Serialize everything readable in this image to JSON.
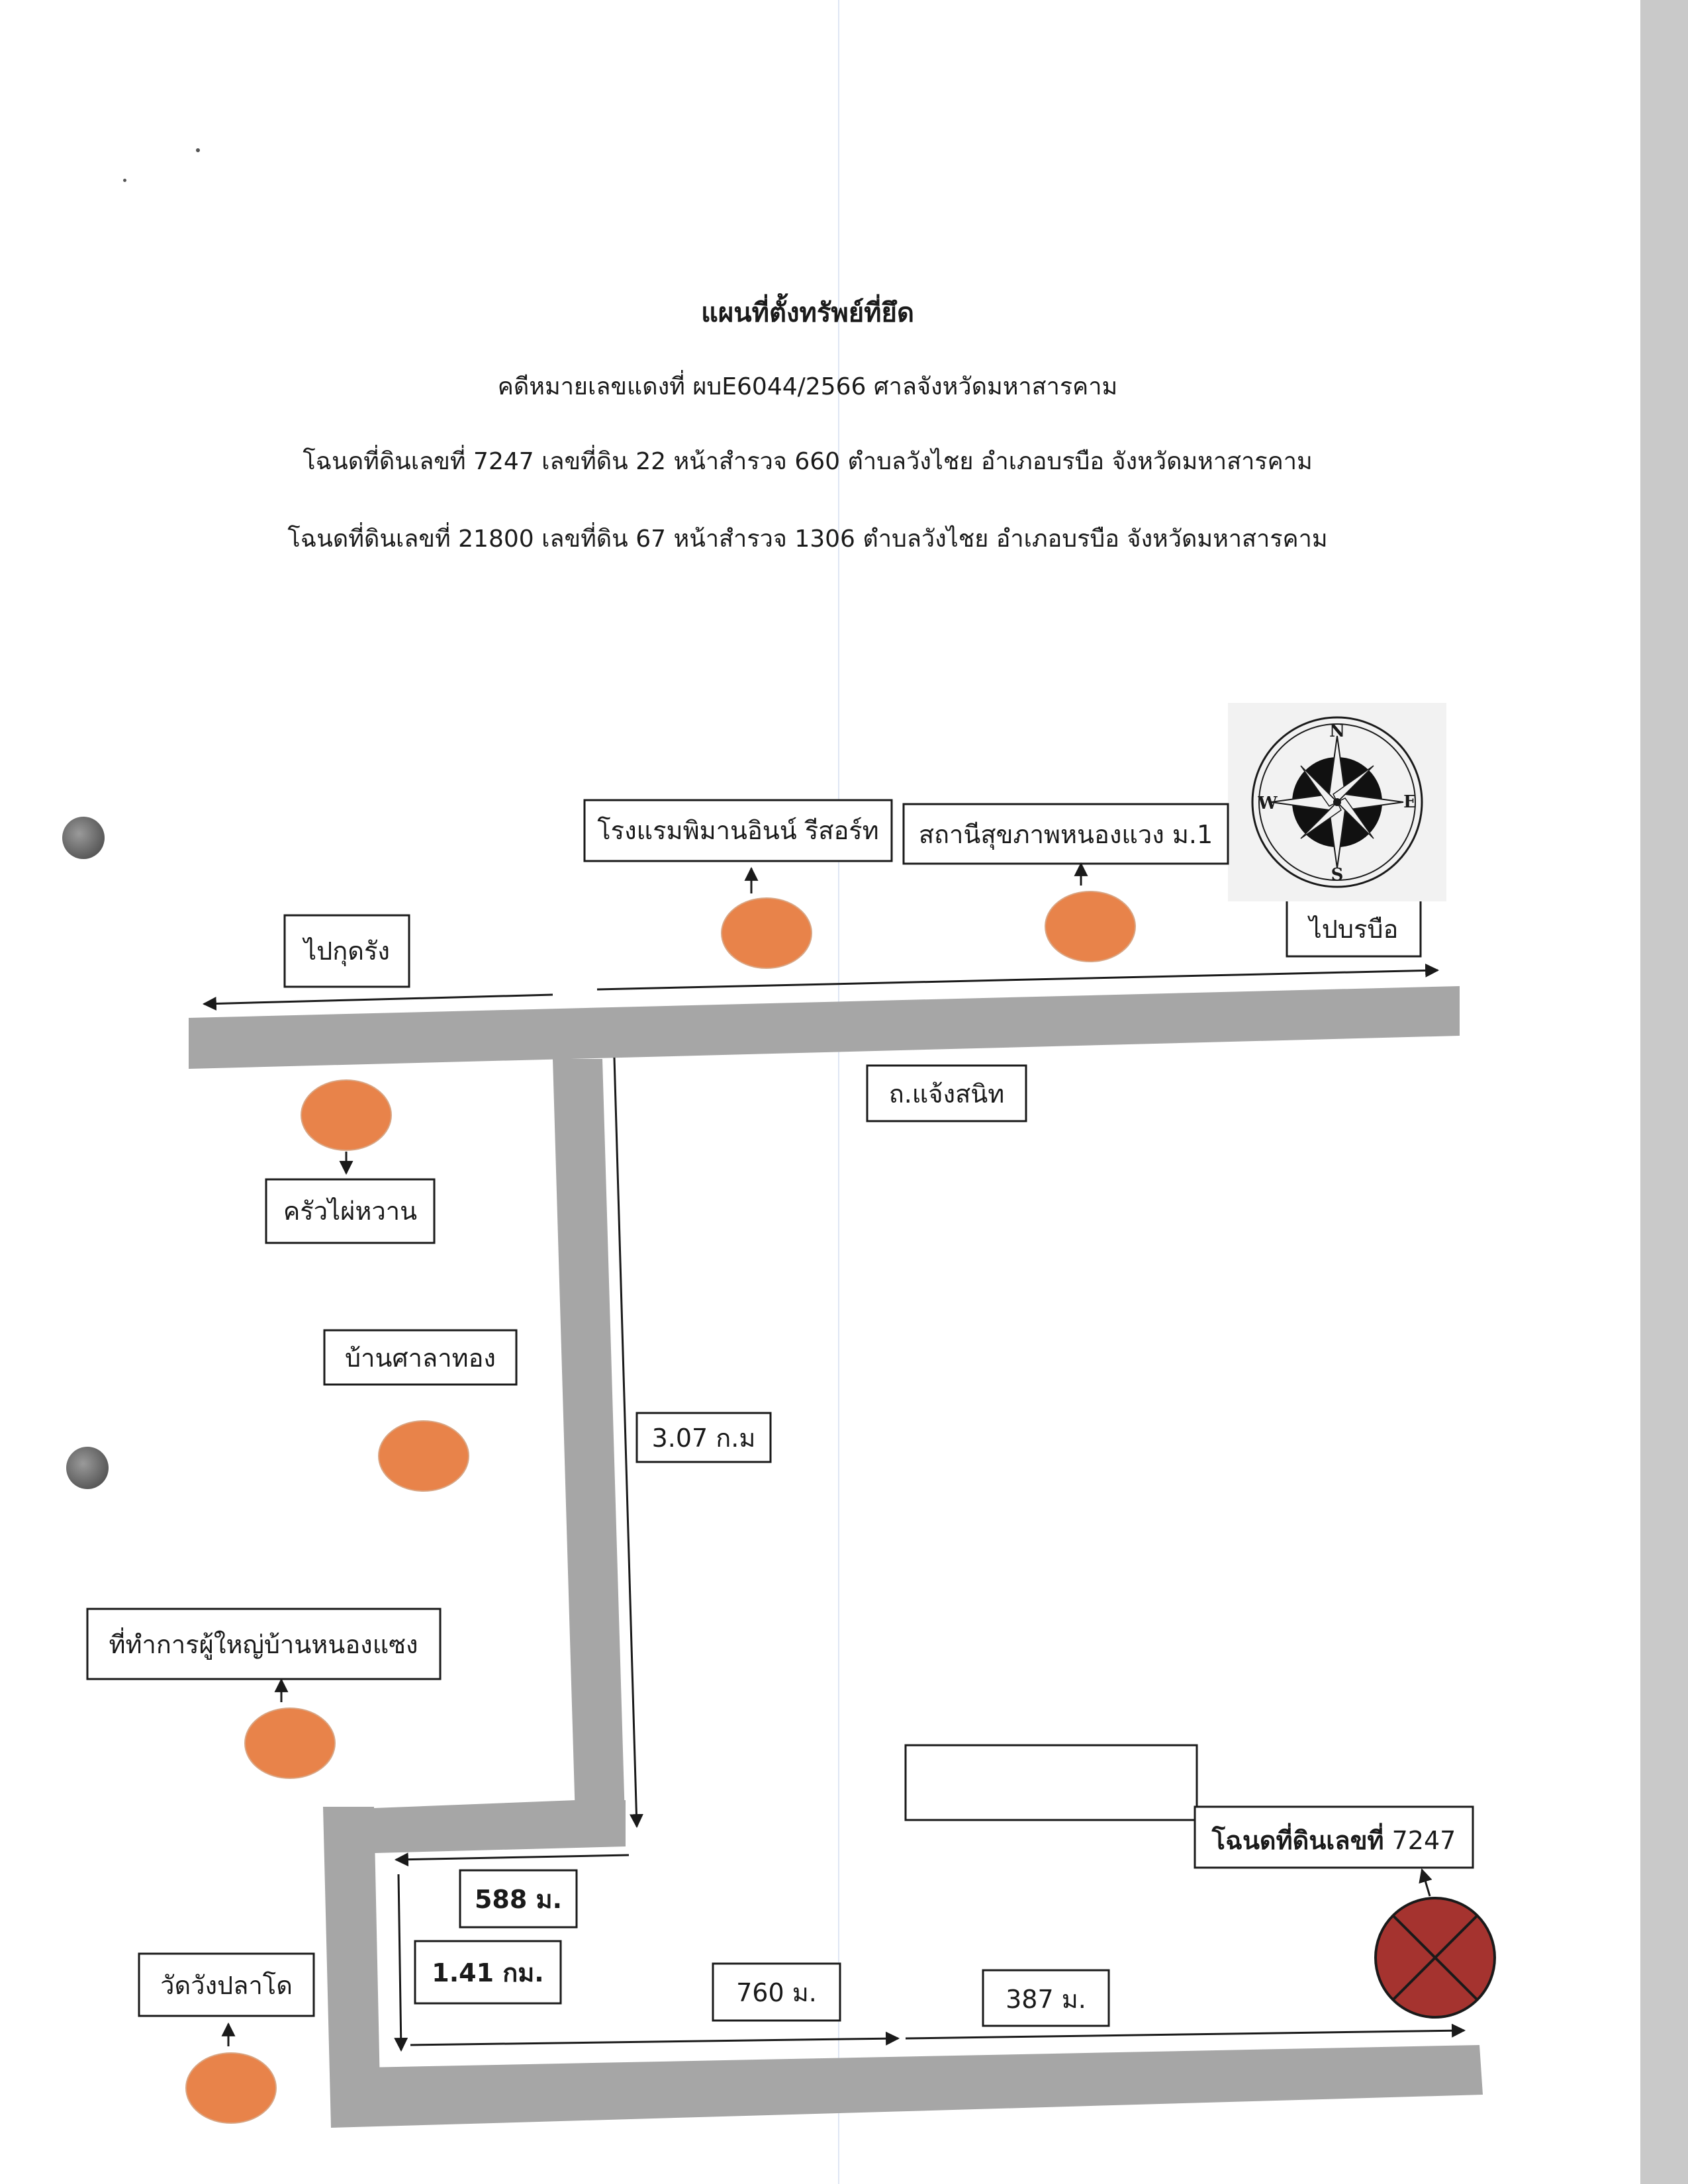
{
  "header": {
    "title": "แผนที่ตั้งทรัพย์ที่ยึด",
    "line1": "คดีหมายเลขแดงที่ ผบE6044/2566 ศาลจังหวัดมหาสารคาม",
    "line2": "โฉนดที่ดินเลขที่ 7247 เลขที่ดิน 22  หน้าสำรวจ 660 ตำบลวังไชย อำเภอบรบือ จังหวัดมหาสารคาม",
    "line3": "โฉนดที่ดินเลขที่ 21800 เลขที่ดิน 67  หน้าสำรวจ 1306 ตำบลวังไชย อำเภอบรบือ จังหวัดมหาสารคาม"
  },
  "compass": {
    "n": "N",
    "e": "E",
    "s": "S",
    "w": "W"
  },
  "directions": {
    "left": "ไปกุดรัง",
    "right": "ไปบรบือ"
  },
  "road_name": "ถ.แจ้งสนิท",
  "landmarks": {
    "hotel": "โรงแรมพิมานอินน์ รีสอร์ท",
    "health_station": "สถานีสุขภาพหนองแวง ม.1",
    "kitchen": "ครัวไผ่หวาน",
    "village": "บ้านศาลาทอง",
    "headman_office": "ที่ทำการผู้ใหญ่บ้านหนองแซง",
    "temple": "วัดวังปลาโด"
  },
  "distances": {
    "d1": "3.07 ก.ม",
    "d2": "588 ม.",
    "d3": "1.41 กม.",
    "d4": "760 ม.",
    "d5": "387 ม."
  },
  "deed": {
    "label_bold": "โฉนดที่ดินเลขที่",
    "label_number": "7247"
  },
  "colors": {
    "road": "#a6a6a6",
    "landmark_marker": "#e8834a",
    "property_marker": "#a5332f"
  }
}
